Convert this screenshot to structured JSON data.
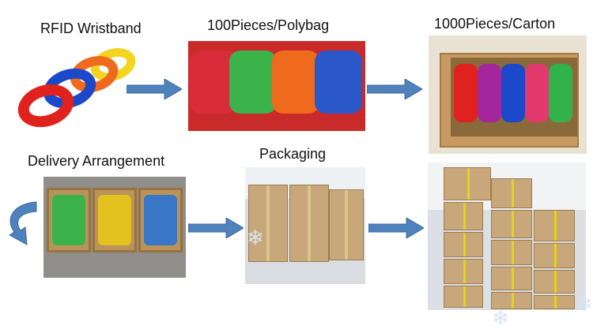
{
  "labels": {
    "wristband": "RFID Wristband",
    "polybag": "100Pieces/Polybag",
    "carton": "1000Pieces/Carton",
    "delivery": "Delivery Arrangement",
    "packaging": "Packaging"
  },
  "colors": {
    "arrow": "#4f81bd",
    "band_red": "#e0221e",
    "band_blue": "#1b49c9",
    "band_orange": "#f06a1d",
    "band_yellow": "#f3d51f",
    "band_green": "#32b24a",
    "band_purple": "#a4269c",
    "band_pink": "#e23a6c"
  }
}
